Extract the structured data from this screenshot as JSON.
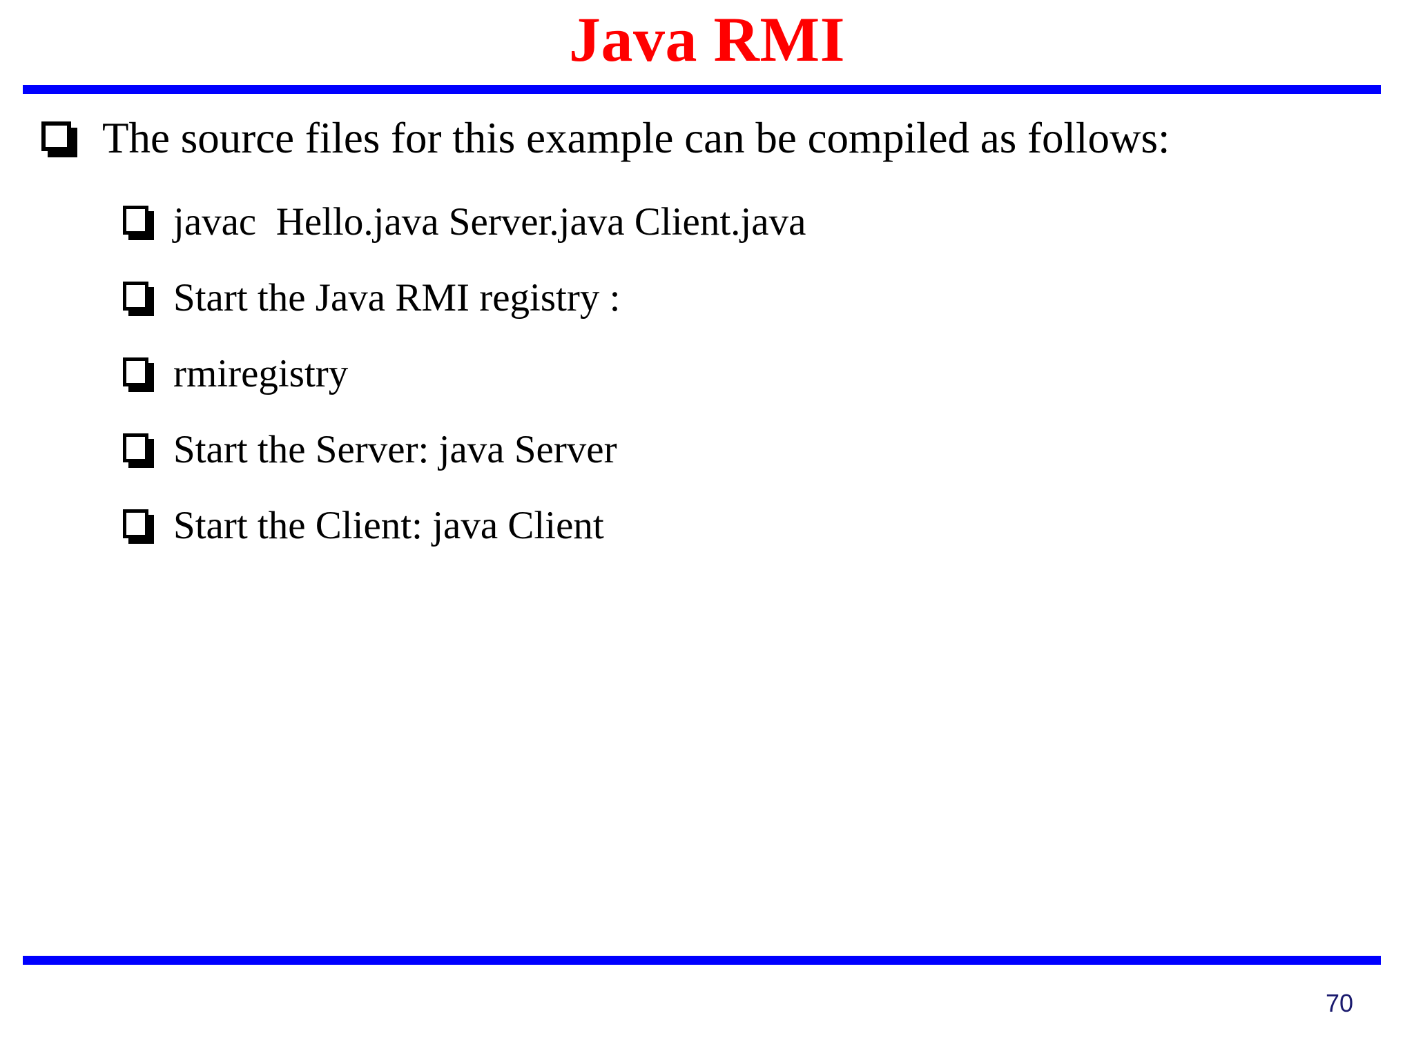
{
  "slide": {
    "title": "Java RMI",
    "title_color": "#ff0000",
    "rule_color": "#0000ff",
    "background_color": "#ffffff",
    "page_number": "70",
    "page_number_color": "#1a1a6e",
    "bullets": [
      {
        "level": 1,
        "marker": "shadow-box-bullet",
        "text": "The source files for this example can be compiled as follows:"
      },
      {
        "level": 2,
        "marker": "shadow-box-bullet",
        "text": "javac  Hello.java Server.java Client.java"
      },
      {
        "level": 2,
        "marker": "shadow-box-bullet",
        "text": "Start the Java RMI registry :"
      },
      {
        "level": 2,
        "marker": "shadow-box-bullet",
        "text": "rmiregistry"
      },
      {
        "level": 2,
        "marker": "shadow-box-bullet",
        "text": "Start the Server: java Server"
      },
      {
        "level": 2,
        "marker": "shadow-box-bullet",
        "text": "Start the Client: java Client"
      }
    ]
  }
}
